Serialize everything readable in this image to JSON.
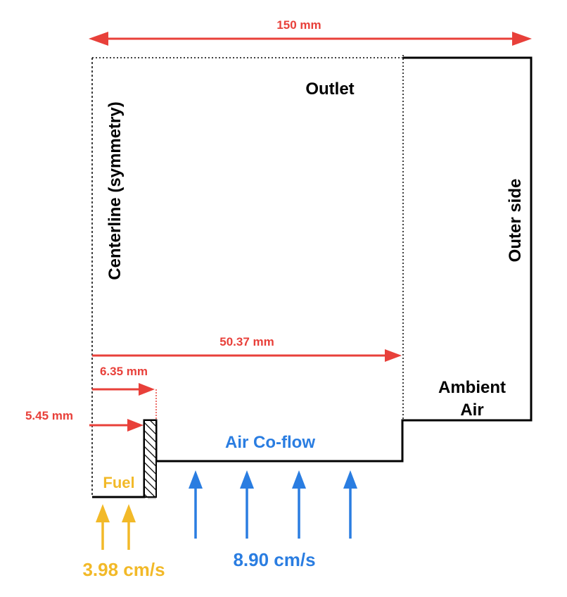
{
  "colors": {
    "dimension": "#e8403a",
    "air": "#2a7de1",
    "fuel": "#f2b928",
    "boundary": "#000000",
    "wall_shadow": "#c8c8c8"
  },
  "dimensions": {
    "total_width": "150 mm",
    "coflow_radius": "50.37 mm",
    "burner_outer_radius": "6.35 mm",
    "burner_inner_radius": "5.45 mm"
  },
  "boundaries": {
    "outlet": "Outlet",
    "centerline": "Centerline (symmetry)",
    "outer_side": "Outer side",
    "ambient_line1": "Ambient",
    "ambient_line2": "Air"
  },
  "inlets": {
    "air_label": "Air Co-flow",
    "fuel_label": "Fuel",
    "air_velocity": "8.90 cm/s",
    "fuel_velocity": "3.98 cm/s"
  }
}
